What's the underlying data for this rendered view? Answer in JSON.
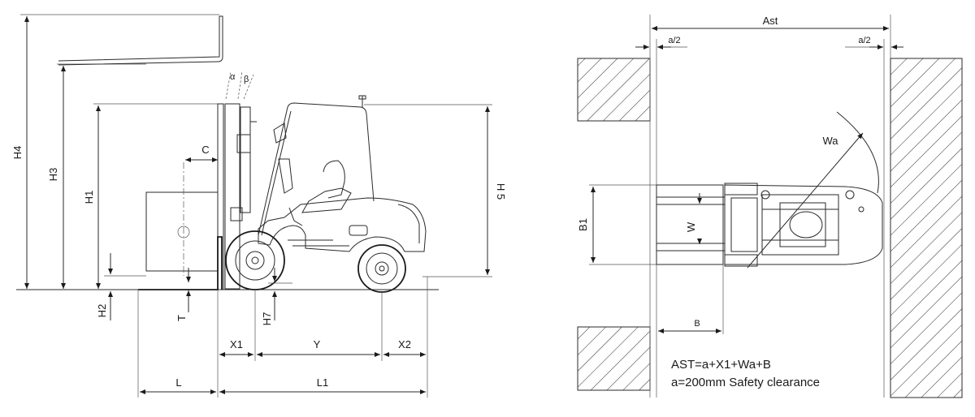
{
  "side_view": {
    "dims": {
      "H4": "H4",
      "H3": "H3",
      "H1": "H1",
      "H2": "H2",
      "T": "T",
      "C": "C",
      "H5": "H 5",
      "H7": "H7",
      "X1": "X1",
      "Y": "Y",
      "X2": "X2",
      "L": "L",
      "L1": "L1"
    },
    "tilt": {
      "alpha": "α",
      "beta": "β"
    }
  },
  "top_view": {
    "dims": {
      "Ast": "Ast",
      "a2_left": "a/2",
      "a2_right": "a/2",
      "Wa": "Wa",
      "B1": "B1",
      "W": "W",
      "B": "B"
    },
    "formula": "AST=a+X1+Wa+B",
    "clearance": "a=200mm  Safety clearance"
  },
  "colors": {
    "line": "#1a1a1a",
    "hatch": "#2a2a2a",
    "background": "#ffffff"
  }
}
